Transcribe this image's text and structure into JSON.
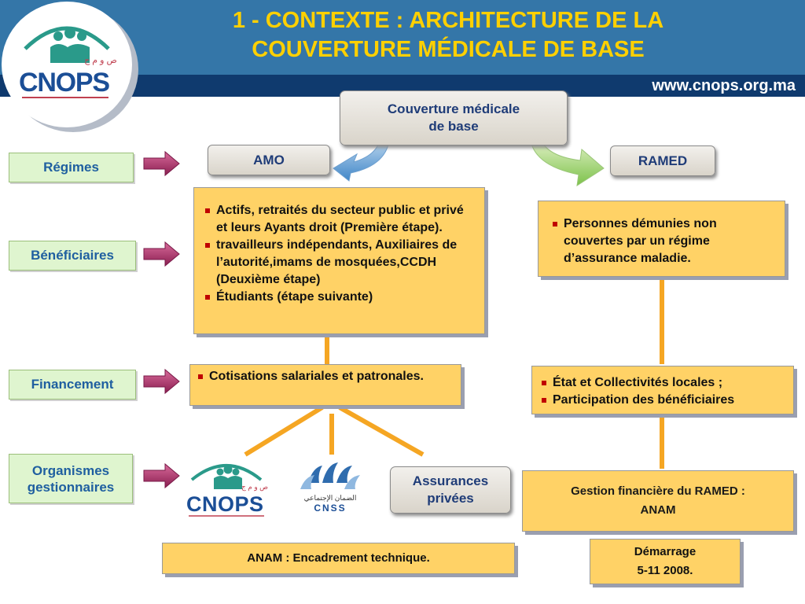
{
  "header": {
    "title_line1": "1 - CONTEXTE : ARCHITECTURE DE LA",
    "title_line2": "COUVERTURE MÉDICALE DE BASE",
    "website": "www.cnops.org.ma",
    "logo_text": "CNOPS",
    "logo_arabic": "ص و م ج"
  },
  "row_labels": {
    "regimes": "Régimes",
    "beneficiaires": "Bénéficiaires",
    "financement": "Financement",
    "organismes_line1": "Organismes",
    "organismes_line2": "gestionnaires"
  },
  "top": {
    "line1": "Couverture médicale",
    "line2": "de base"
  },
  "amo": {
    "label": "AMO",
    "beneficiaires": [
      "Actifs, retraités du secteur public et privé et leurs Ayants droit (Première étape).",
      "travailleurs indépendants, Auxiliaires de l’autorité,imams de mosquées,CCDH  (Deuxième étape)",
      "Étudiants (étape suivante)"
    ],
    "financement": [
      "Cotisations salariales et patronales."
    ],
    "organismes": {
      "cnops": "CNOPS",
      "cnops_arabic": "ص و م ج",
      "cnss": "CNSS",
      "cnss_arabic": "الضمان الإجتماعي",
      "assurances_line1": "Assurances",
      "assurances_line2": "privées"
    }
  },
  "ramed": {
    "label": "RAMED",
    "beneficiaires": [
      "Personnes démunies non couvertes par un régime d’assurance maladie."
    ],
    "financement": [
      "État et Collectivités locales ;",
      "Participation des bénéficiaires"
    ],
    "gestion_line1": "Gestion financière du RAMED :",
    "gestion_line2": "ANAM",
    "demarrage_line1": "Démarrage",
    "demarrage_line2": "5-11 2008."
  },
  "anam": "ANAM : Encadrement technique.",
  "colors": {
    "header_blue": "#3476a8",
    "header_navy": "#0f3a6e",
    "title_yellow": "#ffd000",
    "box_yellow": "#ffd266",
    "label_green": "#dff5cf",
    "connector_orange": "#f5a623",
    "arrow_magenta": "#b0306a",
    "cnops_green": "#2a9a8a",
    "cnops_blue": "#1b4e96"
  }
}
